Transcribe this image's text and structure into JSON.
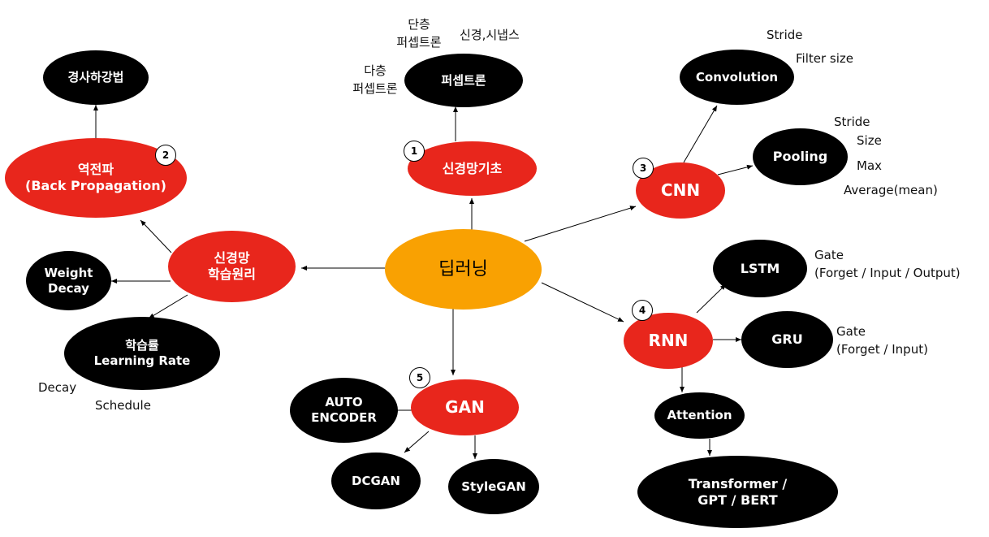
{
  "nodes": {
    "deep_learning": "딥러닝",
    "nn_basics": "신경망기초",
    "perceptron": "퍼셉트론",
    "cnn": "CNN",
    "convolution": "Convolution",
    "pooling": "Pooling",
    "rnn": "RNN",
    "lstm": "LSTM",
    "gru": "GRU",
    "attention": "Attention",
    "transformer": "Transformer /\nGPT / BERT",
    "gan": "GAN",
    "autoencoder": "AUTO\nENCODER",
    "dcgan": "DCGAN",
    "stylegan": "StyleGAN",
    "nn_learning": "신경망\n학습원리",
    "backprop": "역전파\n(Back Propagation)",
    "gradient_descent": "경사하강법",
    "weight_decay": "Weight\nDecay",
    "learning_rate": "학습률\nLearning Rate"
  },
  "badges": {
    "b1": "1",
    "b2": "2",
    "b3": "3",
    "b4": "4",
    "b5": "5"
  },
  "notes": {
    "single_perceptron": "단층\n퍼셉트론",
    "neuron_synapse": "신경,시냅스",
    "multi_perceptron": "다층\n퍼셉트론",
    "conv_stride": "Stride",
    "conv_filter": "Filter size",
    "pool_stride": "Stride",
    "pool_size": "Size",
    "pool_max": "Max",
    "pool_avg": "Average(mean)",
    "lstm_gate": "Gate\n(Forget / Input / Output)",
    "gru_gate": "Gate\n(Forget / Input)",
    "lr_decay": "Decay",
    "lr_schedule": "Schedule"
  },
  "colors": {
    "black": "#000000",
    "red": "#e8261c",
    "orange": "#f9a102"
  }
}
